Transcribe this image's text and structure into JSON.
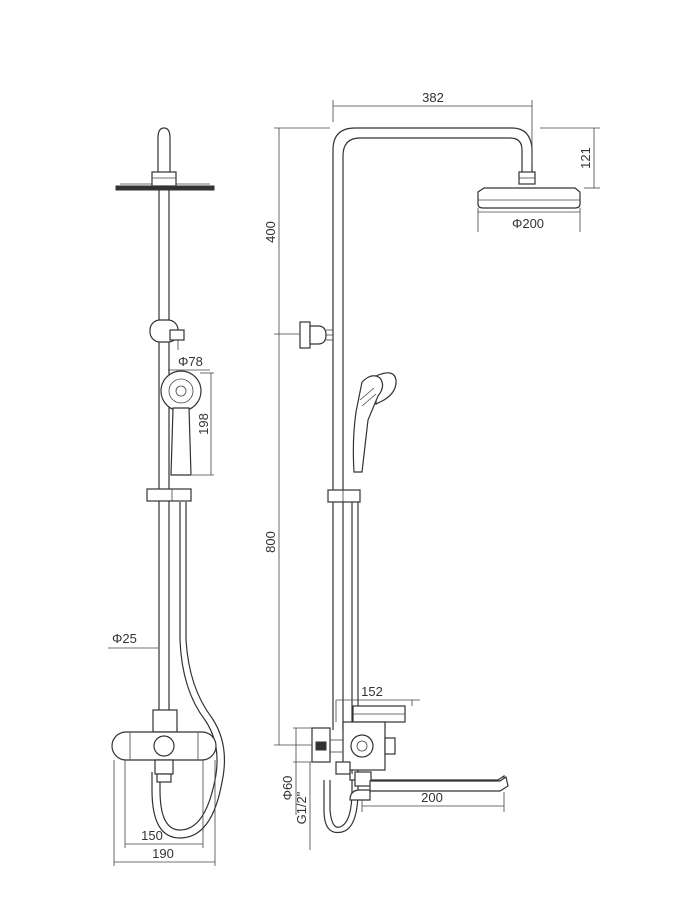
{
  "dimensions": {
    "head_width": "382",
    "head_height": "121",
    "head_diameter": "Φ200",
    "upper_height": "400",
    "lower_height": "800",
    "hand_diameter": "Φ78",
    "hand_length": "198",
    "pipe_diameter": "Φ25",
    "mixer_offset": "152",
    "cover_diameter": "Φ60",
    "thread": "G1/2\"",
    "spout_length": "200",
    "center_distance": "150",
    "overall_width": "190"
  },
  "colors": {
    "line": "#333333",
    "background": "#ffffff"
  }
}
